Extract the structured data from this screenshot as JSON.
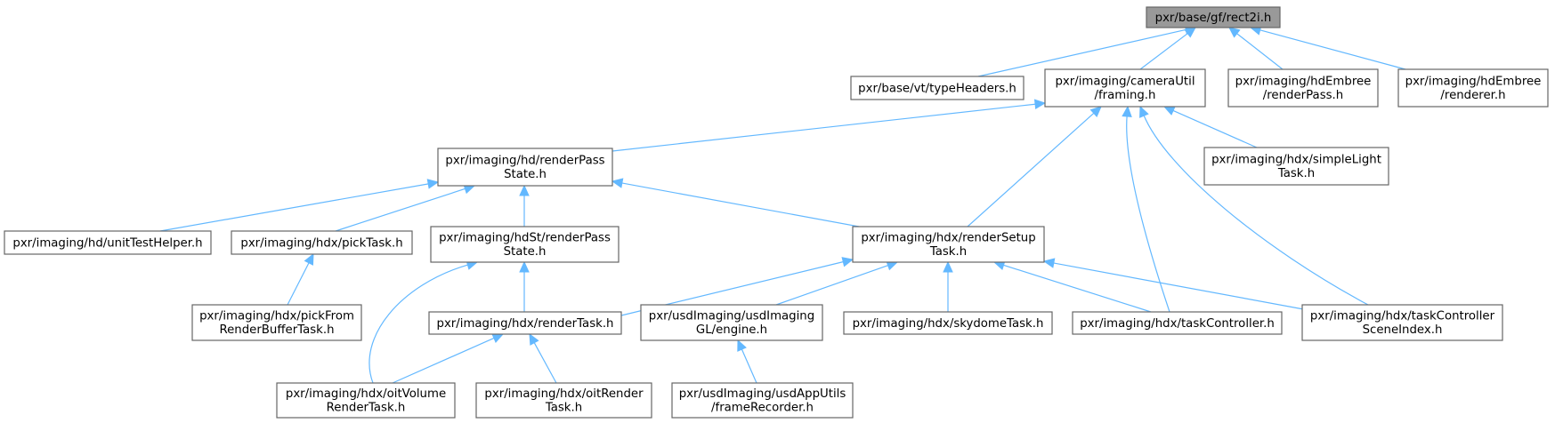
{
  "graph": {
    "nodes": [
      {
        "id": "rect2i",
        "lines": [
          "pxr/base/gf/rect2i.h"
        ],
        "root": true
      },
      {
        "id": "typeHeaders",
        "lines": [
          "pxr/base/vt/typeHeaders.h"
        ]
      },
      {
        "id": "framing",
        "lines": [
          "pxr/imaging/cameraUtil",
          "/framing.h"
        ]
      },
      {
        "id": "embreeRenderPass",
        "lines": [
          "pxr/imaging/hdEmbree",
          "/renderPass.h"
        ]
      },
      {
        "id": "embreeRenderer",
        "lines": [
          "pxr/imaging/hdEmbree",
          "/renderer.h"
        ]
      },
      {
        "id": "hdRenderPassState",
        "lines": [
          "pxr/imaging/hd/renderPass",
          "State.h"
        ]
      },
      {
        "id": "simpleLightTask",
        "lines": [
          "pxr/imaging/hdx/simpleLight",
          "Task.h"
        ]
      },
      {
        "id": "unitTestHelper",
        "lines": [
          "pxr/imaging/hd/unitTestHelper.h"
        ]
      },
      {
        "id": "pickTask",
        "lines": [
          "pxr/imaging/hdx/pickTask.h"
        ]
      },
      {
        "id": "hdStRenderPassState",
        "lines": [
          "pxr/imaging/hdSt/renderPass",
          "State.h"
        ]
      },
      {
        "id": "renderSetupTask",
        "lines": [
          "pxr/imaging/hdx/renderSetup",
          "Task.h"
        ]
      },
      {
        "id": "pickFromRenderBufferTask",
        "lines": [
          "pxr/imaging/hdx/pickFrom",
          "RenderBufferTask.h"
        ]
      },
      {
        "id": "renderTask",
        "lines": [
          "pxr/imaging/hdx/renderTask.h"
        ]
      },
      {
        "id": "engine",
        "lines": [
          "pxr/usdImaging/usdImaging",
          "GL/engine.h"
        ]
      },
      {
        "id": "skydomeTask",
        "lines": [
          "pxr/imaging/hdx/skydomeTask.h"
        ]
      },
      {
        "id": "taskController",
        "lines": [
          "pxr/imaging/hdx/taskController.h"
        ]
      },
      {
        "id": "taskControllerSceneIndex",
        "lines": [
          "pxr/imaging/hdx/taskController",
          "SceneIndex.h"
        ]
      },
      {
        "id": "oitVolumeRenderTask",
        "lines": [
          "pxr/imaging/hdx/oitVolume",
          "RenderTask.h"
        ]
      },
      {
        "id": "oitRenderTask",
        "lines": [
          "pxr/imaging/hdx/oitRender",
          "Task.h"
        ]
      },
      {
        "id": "frameRecorder",
        "lines": [
          "pxr/usdImaging/usdAppUtils",
          "/frameRecorder.h"
        ]
      }
    ],
    "edges": [
      {
        "from": "typeHeaders",
        "to": "rect2i"
      },
      {
        "from": "framing",
        "to": "rect2i"
      },
      {
        "from": "embreeRenderPass",
        "to": "rect2i"
      },
      {
        "from": "embreeRenderer",
        "to": "rect2i"
      },
      {
        "from": "hdRenderPassState",
        "to": "framing"
      },
      {
        "from": "renderSetupTask",
        "to": "framing"
      },
      {
        "from": "simpleLightTask",
        "to": "framing"
      },
      {
        "from": "taskController",
        "to": "framing"
      },
      {
        "from": "taskControllerSceneIndex",
        "to": "framing"
      },
      {
        "from": "unitTestHelper",
        "to": "hdRenderPassState"
      },
      {
        "from": "pickTask",
        "to": "hdRenderPassState"
      },
      {
        "from": "hdStRenderPassState",
        "to": "hdRenderPassState"
      },
      {
        "from": "renderSetupTask",
        "to": "hdRenderPassState"
      },
      {
        "from": "pickFromRenderBufferTask",
        "to": "pickTask"
      },
      {
        "from": "renderTask",
        "to": "hdStRenderPassState"
      },
      {
        "from": "oitVolumeRenderTask",
        "to": "hdStRenderPassState"
      },
      {
        "from": "renderTask",
        "to": "renderSetupTask"
      },
      {
        "from": "engine",
        "to": "renderSetupTask"
      },
      {
        "from": "skydomeTask",
        "to": "renderSetupTask"
      },
      {
        "from": "taskController",
        "to": "renderSetupTask"
      },
      {
        "from": "taskControllerSceneIndex",
        "to": "renderSetupTask"
      },
      {
        "from": "oitVolumeRenderTask",
        "to": "renderTask"
      },
      {
        "from": "oitRenderTask",
        "to": "renderTask"
      },
      {
        "from": "frameRecorder",
        "to": "engine"
      }
    ]
  }
}
